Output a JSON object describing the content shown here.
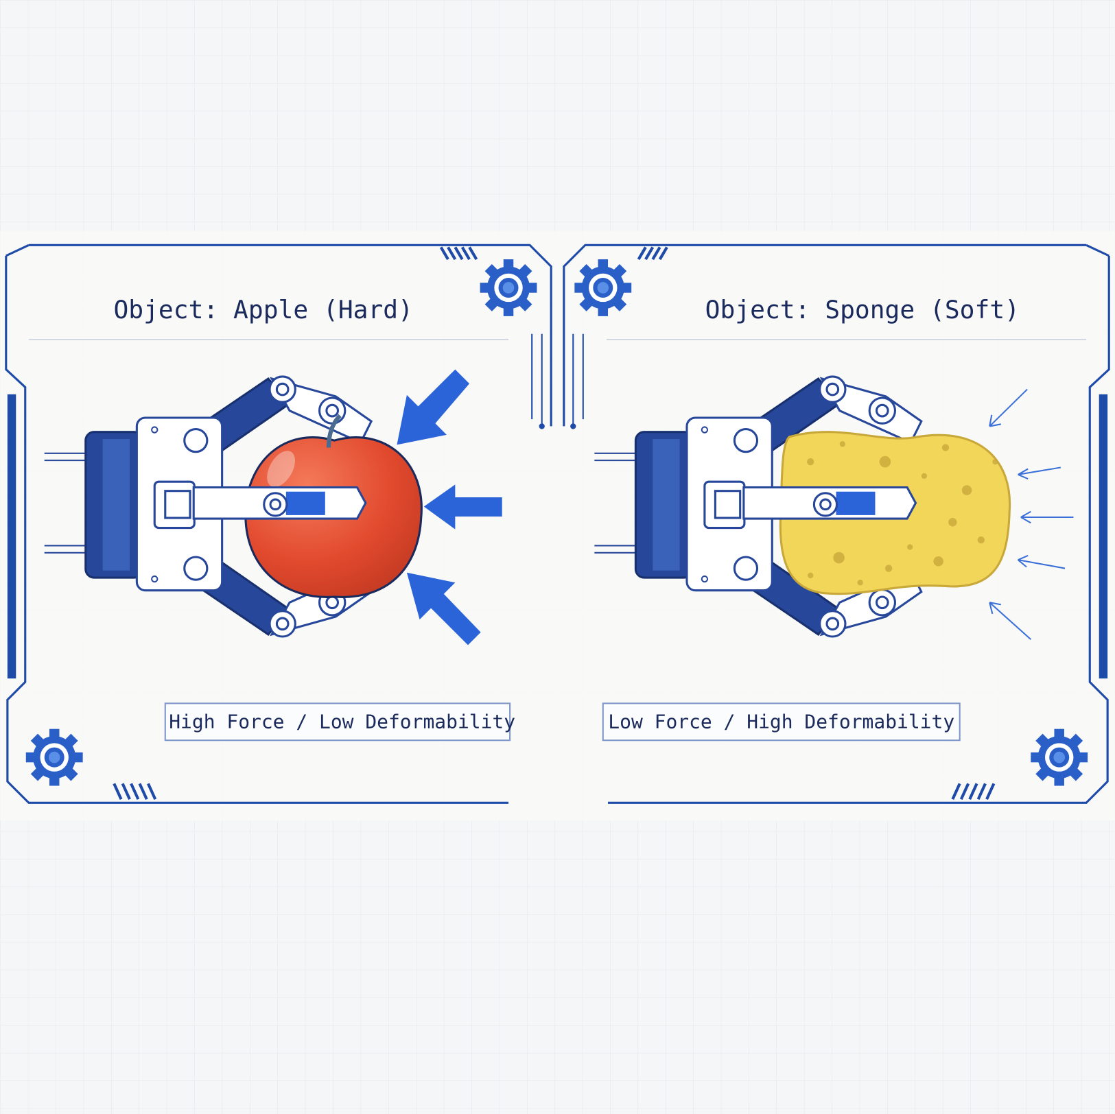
{
  "panels": [
    {
      "title": "Object: Apple (Hard)",
      "object": "apple",
      "caption": "High Force / Low Deformability",
      "force_level": "high",
      "object_color": "#e24a2e"
    },
    {
      "title": "Object: Sponge (Soft)",
      "object": "sponge",
      "caption": "Low Force / High Deformability",
      "force_level": "low",
      "object_color": "#f2d65a"
    }
  ],
  "colors": {
    "accent": "#2a64d8",
    "frame": "#1e4aa8",
    "gripper_dark": "#27479a",
    "text": "#1b2a5c",
    "background": "#f5f6f7"
  },
  "icons": [
    "gear-icon",
    "force-arrow-icon",
    "robot-gripper-icon"
  ]
}
